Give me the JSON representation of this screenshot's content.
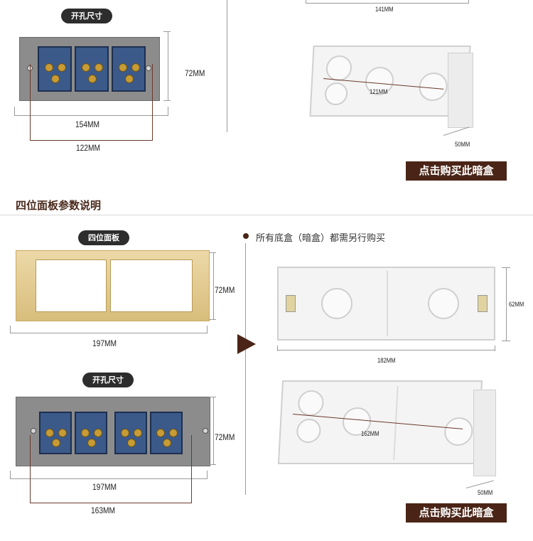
{
  "top_left": {
    "pill": "开孔尺寸",
    "height_dim": "72MM",
    "width_dim": "154MM",
    "hole_dim": "122MM"
  },
  "top_right": {
    "top_dim": "141MM",
    "inner_dim": "121MM",
    "depth_dim": "50MM",
    "buy_label": "点击购买此暗盒"
  },
  "section": {
    "title": "四位面板参数说明"
  },
  "panel": {
    "pill": "四位面板",
    "height_dim": "72MM",
    "width_dim": "197MM"
  },
  "note": {
    "text": "所有底盒（暗盒）都需另行购买"
  },
  "box1": {
    "height_dim": "62MM",
    "width_dim": "182MM"
  },
  "bottom_left": {
    "pill": "开孔尺寸",
    "height_dim": "72MM",
    "width_dim": "197MM",
    "hole_dim": "163MM"
  },
  "box2": {
    "inner_dim": "162MM",
    "depth_dim": "50MM",
    "buy_label": "点击购买此暗盒"
  },
  "colors": {
    "accent_brown": "#4a2517",
    "gold_panel": "#e2c98c",
    "module_blue": "#3b5a8a"
  }
}
